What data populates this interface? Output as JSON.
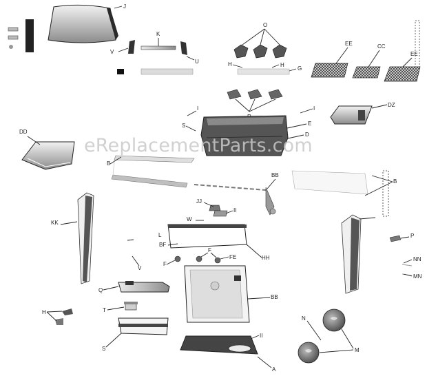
{
  "watermark": "eReplacementParts.com",
  "labels": {
    "lid": "J",
    "k": "K",
    "v_top": "V",
    "u_top": "U",
    "burner_knobs": "O",
    "h_left": "H",
    "h_right": "H",
    "g": "G",
    "ee_mid": "EE",
    "cc": "CC",
    "ee_right": "EE",
    "i_left": "I",
    "i_right": "I",
    "r": "R",
    "s": "S",
    "e": "E",
    "d": "D",
    "dd": "DD",
    "side_shelf_right": "DZ",
    "b": "B",
    "bb_rod": "BB",
    "jj": "JJ",
    "ii": "II",
    "kk": "KK",
    "w": "W",
    "hh": "HH",
    "bf": "BF",
    "fe": "FE",
    "f1": "F",
    "f2": "F",
    "l": "L",
    "v_mid": "V",
    "q": "Q",
    "panel_bb": "BB",
    "t": "T",
    "ii2": "II",
    "p": "P",
    "nn": "NN",
    "mn": "MN",
    "n": "N",
    "m": "M",
    "s_bottom": "S",
    "a": "A",
    "b_right": "B"
  }
}
